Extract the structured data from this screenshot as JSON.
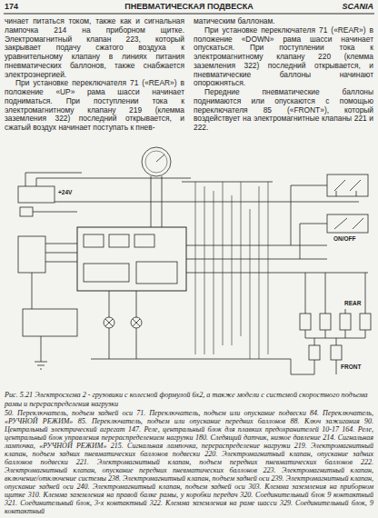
{
  "diagram": {
    "caption": "Рис. 5.21 Электросхема 2 - грузовики с колесной формулой 6х2, а также модели с системой скоростного подъема рамы и перераспределения нагрузки",
    "labels": [
      "174",
      "ПНЕВМАТИЧЕСКАЯ ПОДВЕСКА",
      "SCANIA",
      "чинает питаться током, также как и сигнальная лампочка 214 на приборном щитке. Электромагнитный клапан 223, который закрывает подачу сжатого воздуха к уравнительному клапану в линиях питания пневматических баллонов, также снабжается электроэнергией.",
      "При установке переключателя 71 («REAR») в положение «UP» рама шасси начинает подниматься. При поступлении тока к электромагнитному клапану 219 (клемма заземления 322) последний открывается, и сжатый воздух начинает поступать к пнев-",
      "матическим баллонам.",
      "При установке переключателя 71 («REAR») в положение «DOWN» рама шасси начинает опускаться. При поступлении тока к электромагнитному клапану 220 (клемма заземления 322) последний открывается, и пневматические баллоны начинают опорожняться.",
      "Передние пневматические баллоны поднимаются или опускаются с помощью переключателя 85 («FRONT»), который воздействует на электромагнитные клапаны 221 и 222.",
      "+24V",
      "ON/OFF",
      "REAR",
      "FRONT",
      "50. Переключатель, подъем задней оси 71. Переключатель, подъем или опускание подвески 84. Переключатель, «РУЧНОЙ РЕЖИМ» 85. Переключатель, подъем или опускание передних баллонов 88. Ключ зажигания 90. Центральный электрический агрегат 147. Реле, центральный блок для плавких предохранителей 10-17 164. Реле, центральный блок управления перераспределением нагрузки 180. Следящий датчик, низкое давление 214. Сигнальная лампочка, «РУЧНОЙ РЕЖИМ» 215. Сигнальная лампочка, перераспределение нагрузки 219. Электромагнитный клапан, подъем задних пневматических баллонов подвески 220. Электромагнитный клапан, опускание задних баллонов подвески 221. Электромагнитный клапан, подъем передних пневматических баллонов 222. Электромагнитный клапан, опускание передних пневматических баллонов 223. Электромагнитный клапан, включение/отключение системы 238. Электромагнитный клапан, подъем задней оси 239. Электромагнитный клапан, опускание задней оси 240. Электромагнитный клапан, подъем задней оси 303. Клемма заземления на приборном щитке 310. Клемма заземления на правой балке рамы, у коробки передач 320. Соединительный блок 9 контактный 321. Соединительный блок, 3-х контактный 322. Клемма заземления на раме шасси 329. Соединительный блок, 9 контактный"
    ]
  }
}
